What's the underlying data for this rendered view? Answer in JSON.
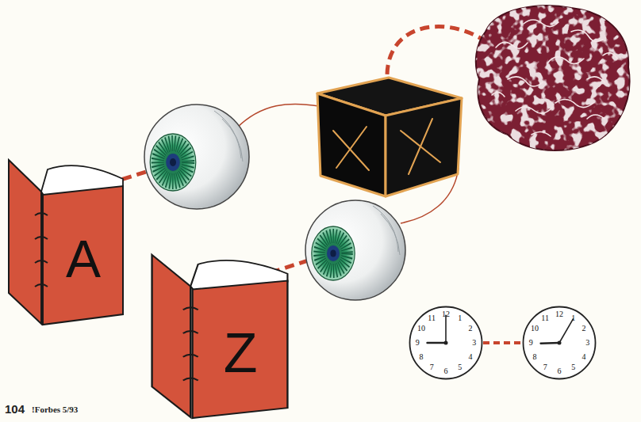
{
  "diagram": {
    "nodes": [
      {
        "text": [
          "A"
        ]
      },
      {
        "text": [
          "Z"
        ]
      },
      {
        "text": [
          "12",
          "1",
          "2",
          "3",
          "4",
          "5",
          "6",
          "7",
          "8",
          "9",
          "10",
          "11"
        ]
      },
      {
        "text": [
          "12",
          "1",
          "2",
          "3",
          "4",
          "5",
          "6",
          "7",
          "8",
          "9",
          "10",
          "11"
        ]
      }
    ],
    "edges": [
      {
        "from": 2,
        "to": 3,
        "arrow": "none"
      }
    ],
    "labels": [
      "104",
      "!Forbes 5/93"
    ]
  }
}
